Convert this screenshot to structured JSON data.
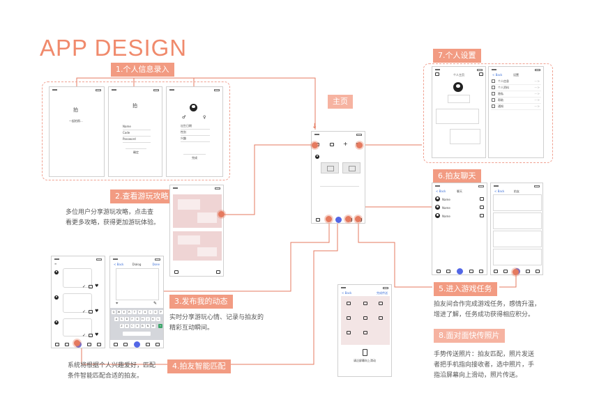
{
  "page_title": "APP DESIGN",
  "colors": {
    "accent": "#e57a5f",
    "tag_bg": "#f29b82",
    "button_blue": "#5367e6",
    "map_pink": "#efd4d4"
  },
  "tags": {
    "t1": "1.个人信息录入",
    "t2": "2.查看游玩攻略",
    "t3": "3.发布我的动态",
    "t4": "4.拍友智能匹配",
    "t5": "5.进入游戏任务",
    "t6": "6.拍友聊天",
    "t7": "7.个人设置",
    "t8": "8.面对面快传照片",
    "home": "主页"
  },
  "descriptions": {
    "d2": [
      "多位用户分享游玩攻略，点击查",
      "看更多攻略，获得更加游玩体验。"
    ],
    "d3": [
      "实时分享游玩心情、记录与拍友的",
      "精彩互动瞬间。"
    ],
    "d4": [
      "系统将根据个人兴趣爱好，匹配",
      "条件智能匹配合适的拍友。"
    ],
    "d5": [
      "拍友间合作完成游戏任务，感情升温，",
      "增进了解，任务成功获得相应积分。"
    ],
    "d8": [
      "手势传送照片：拍友匹配，照片发送",
      "者把手机指向接收者，选中照片，手",
      "指沿屏幕向上滑动，照片传送。"
    ]
  },
  "screens": {
    "reg1": {
      "avatar_glyph": "拍",
      "caption": "一起拍照..."
    },
    "reg2": {
      "fields": [
        "Name",
        "Code",
        "Password"
      ],
      "button": "确定"
    },
    "reg3": {
      "fields": [
        "出生日期",
        "性别",
        "兴趣"
      ],
      "button": "完成"
    },
    "settings": {
      "title_left": "个人主页",
      "back": "< Back",
      "title_right": "设置",
      "items": [
        "个人信息",
        "个人资料",
        "隐私",
        "帮助",
        "通知"
      ],
      "item_tail": "--->"
    },
    "chat": {
      "back": "< Back",
      "title_left": "聊天",
      "title_right": "拍友",
      "contacts": [
        "Name",
        "Name",
        "Name"
      ]
    },
    "post": {
      "back": "< Back",
      "title": "Dialog",
      "action": "Done"
    },
    "transfer": {
      "back": "< Back",
      "action": "完成传送",
      "caption": "请沿屏幕向上滑动"
    },
    "keyboard": {
      "row1": [
        "Q",
        "W",
        "E",
        "R",
        "T",
        "Y",
        "U",
        "I",
        "O",
        "P"
      ],
      "row2": [
        "A",
        "S",
        "D",
        "F",
        "G",
        "H",
        "J",
        "K",
        "L"
      ],
      "row3": [
        "Z",
        "X",
        "C",
        "V",
        "B",
        "N",
        "M"
      ]
    }
  }
}
